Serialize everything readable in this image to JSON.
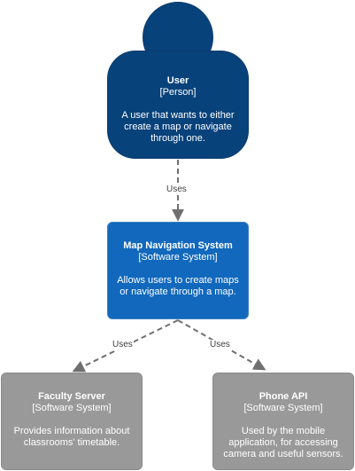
{
  "colors": {
    "person": "#08427b",
    "system": "#1168bd",
    "external": "#999999",
    "connector": "#707070"
  },
  "nodes": {
    "user": {
      "title": "User",
      "type": "[Person]",
      "description": "A user that wants to either create a map or navigate through one."
    },
    "map_system": {
      "title": "Map Navigation System",
      "type": "[Software System]",
      "description": "Allows users to create maps or navigate through a map."
    },
    "faculty_server": {
      "title": "Faculty Server",
      "type": "[Software System]",
      "description": "Provides information about classrooms' timetable."
    },
    "phone_api": {
      "title": "Phone API",
      "type": "[Software System]",
      "description": "Used by the mobile application, for accessing camera and useful sensors."
    }
  },
  "edges": [
    {
      "from": "User",
      "to": "Map Navigation System",
      "label": "Uses"
    },
    {
      "from": "Map Navigation System",
      "to": "Faculty Server",
      "label": "Uses"
    },
    {
      "from": "Map Navigation System",
      "to": "Phone API",
      "label": "Uses"
    }
  ]
}
